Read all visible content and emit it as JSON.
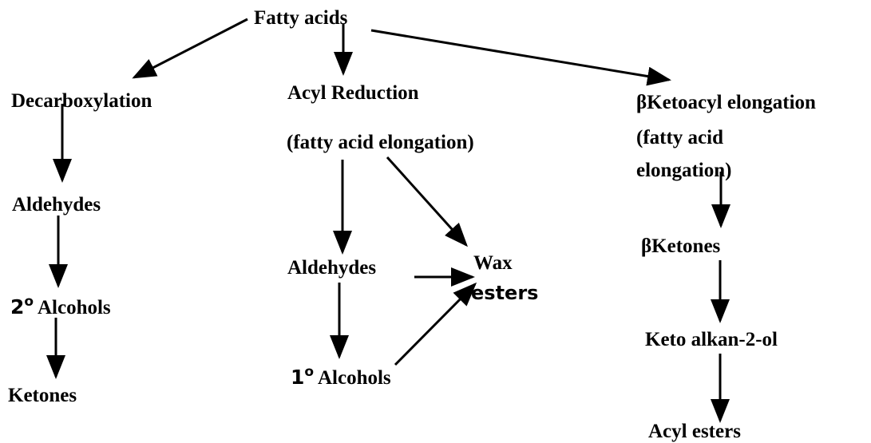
{
  "nodes": {
    "root": "Fatty acids",
    "decarboxylation": "Decarboxylation",
    "left_aldehydes": "Aldehydes",
    "secondary_alcohols_degree": "2",
    "secondary_alcohols_degree_mark": "o",
    "secondary_alcohols": "Alcohols",
    "left_ketones": "Ketones",
    "acyl_reduction": "Acyl  Reduction",
    "acyl_reduction_sub": "(fatty acid elongation)",
    "mid_aldehydes": "Aldehydes",
    "primary_alcohols_degree": "1",
    "primary_alcohols_degree_mark": "o",
    "primary_alcohols": "Alcohols",
    "wax": "Wax",
    "esters": "esters",
    "beta_ketoacyl_symbol": "β",
    "beta_ketoacyl": "Ketoacyl elongation",
    "beta_ketoacyl_sub_1": "(fatty acid",
    "beta_ketoacyl_sub_2": "elongation)",
    "beta_ketones_symbol": "β",
    "beta_ketones": "Ketones",
    "keto_alkanol": "Keto alkan-2-ol",
    "acyl_esters": "Acyl esters"
  }
}
